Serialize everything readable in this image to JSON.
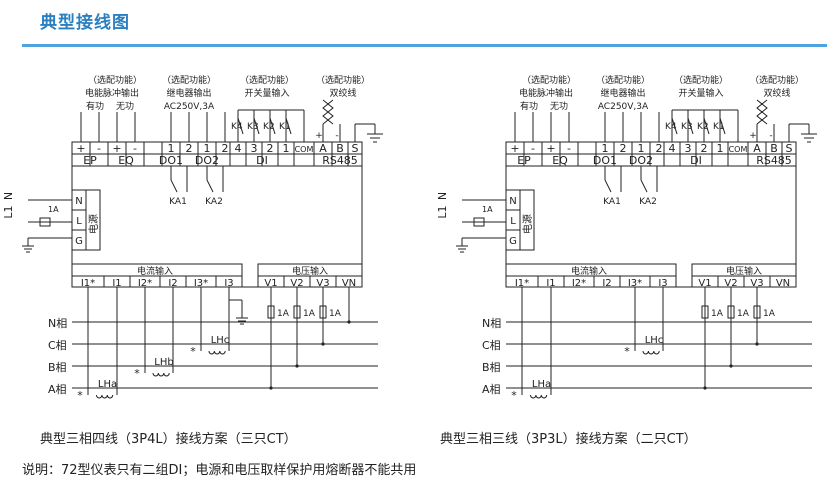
{
  "title": "典型接线图",
  "common": {
    "optional": "（选配功能）",
    "pulse_out": "电能脉冲输出",
    "active": "有功",
    "reactive": "无功",
    "relay_out": "继电器输出",
    "relay_rating": "AC250V,3A",
    "switch_in": "开关量输入",
    "twisted": "双绞线",
    "current_in": "电流输入",
    "voltage_in": "电压输入",
    "power": "电源",
    "fuse": "1A",
    "plus": "+",
    "minus": "-",
    "com": "COM",
    "L": "L",
    "N": "N",
    "G": "G",
    "L1": "L1",
    "N_sup": "N",
    "KA1": "KA1",
    "KA2": "KA2",
    "groups": {
      "ep": "EP",
      "eq": "EQ",
      "do1": "DO1",
      "do2": "DO2",
      "di": "DI",
      "rs485": "RS485"
    },
    "top_pins": [
      "1",
      "2",
      "1",
      "2",
      "4",
      "3",
      "2",
      "1",
      "A",
      "B",
      "S"
    ],
    "keys": [
      "K4",
      "K3",
      "K2",
      "K1"
    ],
    "current_pins": [
      "I1*",
      "I1",
      "I2*",
      "I2",
      "I3*",
      "I3"
    ],
    "voltage_pins": [
      "V1",
      "V2",
      "V3",
      "VN"
    ],
    "phases": [
      "N相",
      "C相",
      "B相",
      "A相"
    ],
    "star": "*"
  },
  "left": {
    "ct_labels": [
      "LHa",
      "LHb",
      "LHc"
    ],
    "caption": "典型三相四线（3P4L）接线方案（三只CT）"
  },
  "right": {
    "ct_labels": [
      "LHa",
      "LHc"
    ],
    "caption": "典型三相三线（3P3L）接线方案（二只CT）"
  },
  "note": "说明：72型仪表只有二组DI；电源和电压取样保护用熔断器不能共用"
}
